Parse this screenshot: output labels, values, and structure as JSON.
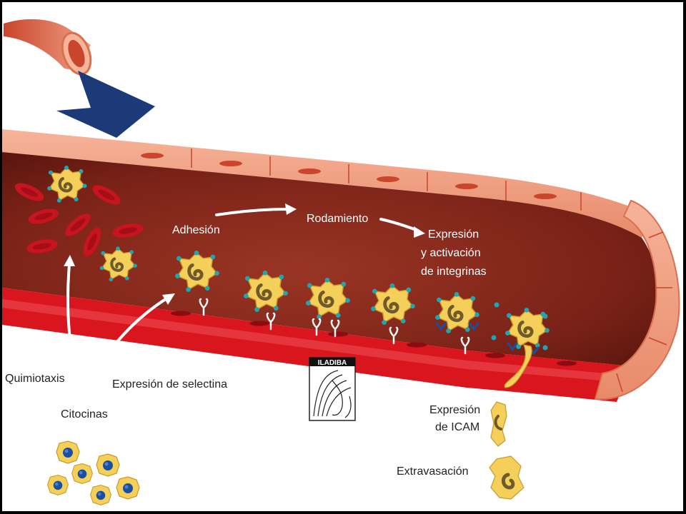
{
  "labels": {
    "adhesion": "Adhesión",
    "rodamiento": "Rodamiento",
    "expresion_integrinas_1": "Expresión",
    "expresion_integrinas_2": "y activación",
    "expresion_integrinas_3": "de integrinas",
    "quimiotaxis": "Quimiotaxis",
    "citocinas": "Citocinas",
    "expresion_selectina": "Expresión de selectina",
    "expresion_icam_1": "Expresión",
    "expresion_icam_2": "de ICAM",
    "extravasacion": "Extravasación"
  },
  "logo": {
    "text": "ILADIBA"
  },
  "colors": {
    "vessel_wall": "#f2a182",
    "vessel_lumen": "#8c2b1e",
    "vessel_lower_wall": "#d9161d",
    "red_cell": "#c8141f",
    "leukocyte": "#f4cf5a",
    "nucleus": "#6e5a2a",
    "receptor": "#1fa6b0",
    "pointer": "#1d3a78",
    "lymphocyte_nucleus": "#1a4fa0"
  }
}
